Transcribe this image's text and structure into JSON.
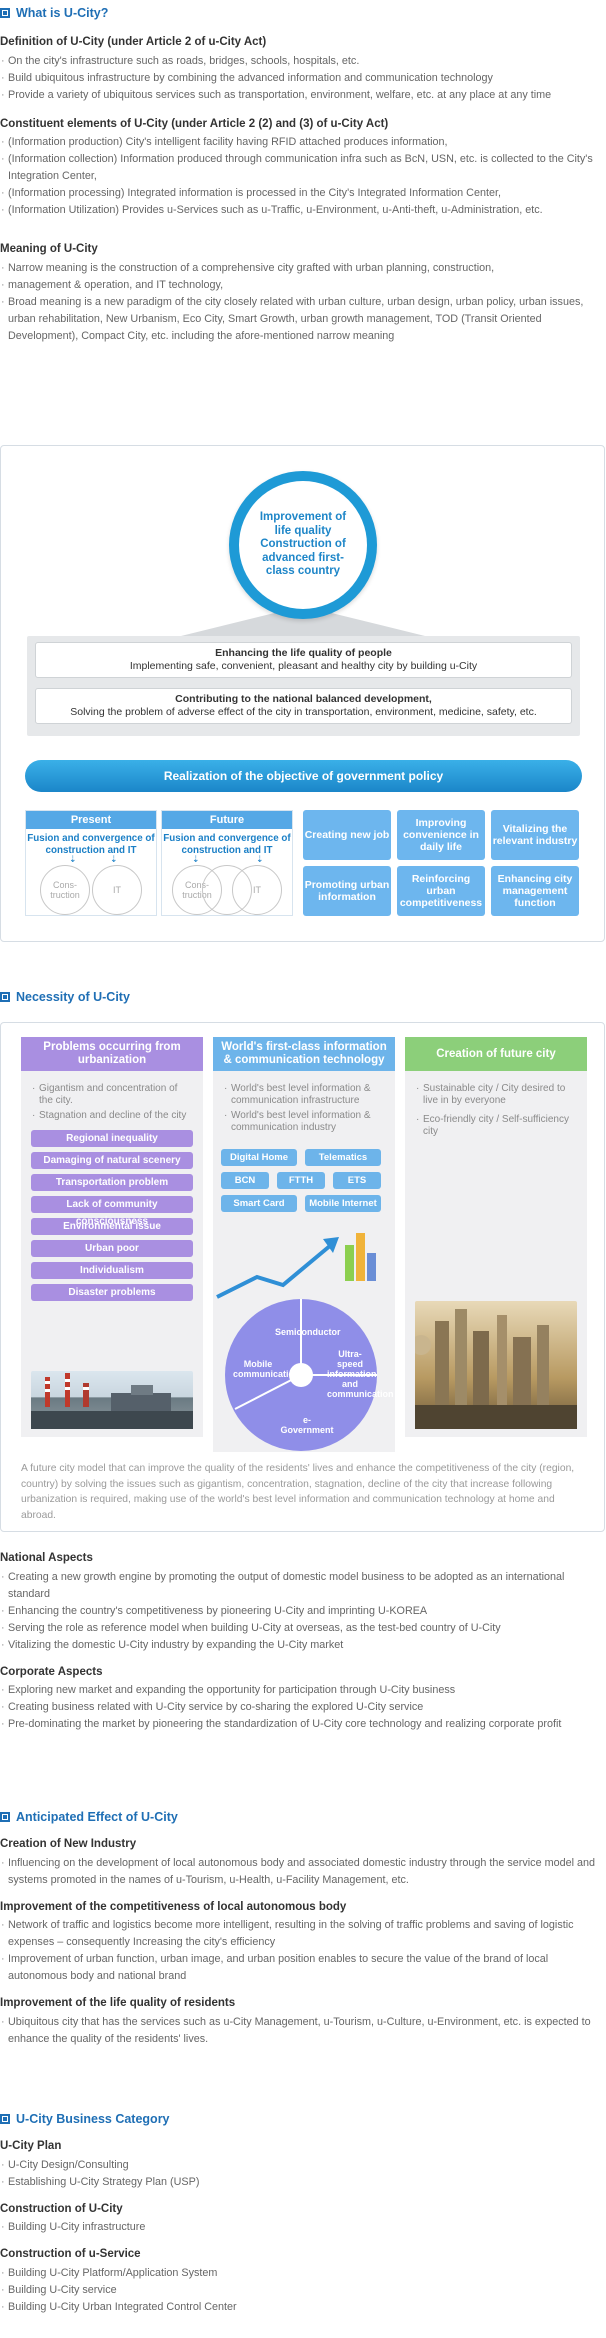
{
  "s1": {
    "title": "What is U-City?",
    "def_title": "Definition of U-City (under Article 2 of u-City Act)",
    "def_items": [
      "On the city's infrastructure such as roads, bridges, schools, hospitals, etc.",
      "Build ubiquitous infrastructure by combining the advanced information and communication technology",
      "Provide a variety of ubiquitous services such as transportation, environment, welfare, etc. at any place at any time"
    ],
    "const_title": "Constituent elements of U-City (under Article 2 (2) and (3) of u-City Act)",
    "const_items": [
      "(Information production) City's intelligent facility having RFID attached produces information,",
      "(Information collection) Information produced through communication infra such as BcN, USN, etc. is collected to the City's Integration Center,",
      "(Information processing) Integrated information is processed in the City's Integrated Information Center,",
      "(Information Utilization) Provides u-Services such as u-Traffic, u-Environment, u-Anti-theft, u-Administration, etc."
    ],
    "meaning_title": "Meaning of U-City",
    "meaning_items": [
      "Narrow meaning is the construction of a comprehensive city grafted with urban planning, construction,",
      "management & operation, and IT technology,",
      "Broad meaning is a new paradigm of the city closely related with urban culture, urban design, urban policy, urban issues, urban rehabilitation, New Urbanism, Eco City, Smart Growth, urban growth management, TOD (Transit Oriented Development), Compact City, etc. including the afore-mentioned narrow meaning"
    ]
  },
  "d1": {
    "circle": "Improvement of life quality Construction of advanced first-class country",
    "band1_title": "Enhancing the life quality of people",
    "band1_text": "Implementing safe, convenient, pleasant and healthy city by building u-City",
    "band2_title": "Contributing to the national balanced development,",
    "band2_text": "Solving the problem of adverse effect of the city in transportation, environment, medicine, safety, etc.",
    "policy": "Realization of the objective of government policy",
    "present": "Present",
    "future": "Future",
    "fusion": "Fusion and convergence of construction and IT",
    "construction": "Cons- truction",
    "construction_short": "Cons- truction",
    "it": "IT",
    "tiles": [
      "Creating new job",
      "Improving convenience in daily life",
      "Vitalizing the relevant industry",
      "Promoting urban information",
      "Reinforcing urban competitiveness",
      "Enhancing city management function"
    ]
  },
  "s2": {
    "title": "Necessity of U-City",
    "col1_head": "Problems occurring from urbanization",
    "col1_items": [
      "Gigantism and concentration of the city.",
      "Stagnation and decline of the city"
    ],
    "col1_pills": [
      "Regional inequality",
      "Damaging of natural scenery",
      "Transportation problem",
      "Lack of community consciousness",
      "Environmental issue",
      "Urban poor",
      "Individualism",
      "Disaster problems"
    ],
    "col2_head": "World's first-class information & communication technology",
    "col2_items": [
      "World's best level information & communication infrastructure",
      "World's best level information & communication industry"
    ],
    "col2_tags": [
      "Digital Home",
      "Telematics",
      "BCN",
      "FTTH",
      "ETS",
      "Smart Card",
      "Mobile Internet"
    ],
    "pie_labels": [
      "Semiconductor",
      "Ultra-speed information and communication",
      "e-Government",
      "Mobile communications"
    ],
    "col3_head": "Creation of future city",
    "col3_items": [
      "Sustainable city / City desired to live in by everyone",
      "Eco-friendly city / Self-sufficiency city"
    ],
    "caption": "A future city model that can improve the quality of the residents' lives and enhance the competitiveness of the city (region, country) by solving the issues such as gigantism, concentration, stagnation, decline of the city that increase following urbanization is required, making use of the world's best level information and communication technology at home and abroad.",
    "national_title": "National Aspects",
    "national_items": [
      "Creating a new growth engine by promoting the output of domestic model business to be adopted as an international standard",
      "Enhancing the country's competitiveness by pioneering U-City and imprinting U-KOREA",
      "Serving the role as reference model when building U-City at overseas, as the test-bed country of U-City",
      "Vitalizing the domestic U-City industry by expanding the U-City market"
    ],
    "corporate_title": "Corporate Aspects",
    "corporate_items": [
      "Exploring new market and expanding the opportunity for participation through U-City business",
      "Creating business related with U-City service by co-sharing the explored U-City service",
      "Pre-dominating the market by pioneering the standardization of U-City core technology and realizing corporate profit"
    ]
  },
  "s3": {
    "title": "Anticipated Effect of U-City",
    "t1": "Creation of New Industry",
    "i1": [
      "Influencing on the development of local autonomous body and associated domestic industry through the service model and systems promoted in the names of u-Tourism, u-Health, u-Facility Management, etc."
    ],
    "t2": "Improvement of the competitiveness of local autonomous body",
    "i2": [
      "Network of traffic and logistics become more intelligent, resulting in the solving of traffic problems and saving of logistic expenses – consequently Increasing the city's efficiency",
      "Improvement of urban function, urban image, and urban position enables to secure the value of the brand of local autonomous body and national brand"
    ],
    "t3": "Improvement of the life quality of residents",
    "i3": [
      "Ubiquitous city that has the services such as u-City Management, u-Tourism, u-Culture, u-Environment, etc. is expected to enhance the quality of the residents' lives."
    ]
  },
  "s4": {
    "title": "U-City Business Category",
    "t1": "U-City Plan",
    "i1": [
      "U-City Design/Consulting",
      "Establishing U-City Strategy Plan (USP)"
    ],
    "t2": "Construction of U-City",
    "i2": [
      "Building U-City infrastructure"
    ],
    "t3": "Construction of u-Service",
    "i3": [
      "Building U-City Platform/Application System",
      "Building U-City service",
      "Building U-City Urban Integrated Control Center"
    ]
  },
  "colors": {
    "accent": "#1f6fb5",
    "purple": "#a98fe1",
    "blue": "#6db4ea",
    "green": "#8ccf7a"
  }
}
